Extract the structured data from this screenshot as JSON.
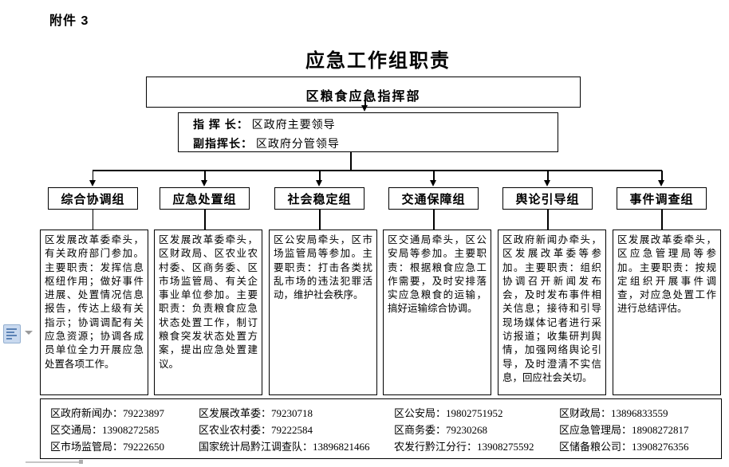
{
  "page": {
    "attachment_label": "附件 3",
    "title": "应急工作组职责"
  },
  "command": {
    "header": "区粮食应急指挥部",
    "leaders": [
      {
        "role": "指 挥 长：",
        "value": "区政府主要领导"
      },
      {
        "role": "副指挥长：",
        "value": "区政府分管领导"
      }
    ]
  },
  "groups": [
    {
      "name": "综合协调组",
      "desc": "区发展改革委牵头，有关政府部门参加。主要职责：发挥信息枢纽作用；做好事件进展、处置情况信息报告，传达上级有关指示；协调调配有关应急资源；协调各成员单位全力开展应急处置各项工作。"
    },
    {
      "name": "应急处置组",
      "desc": "区发展改革委牵头，区财政局、区农业农村委、区商务委、区市场监管局、有关企事业单位参加。主要职责：负责粮食应急状态处置工作，制订粮食突发状态处置方案，提出应急处置建议。"
    },
    {
      "name": "社会稳定组",
      "desc": "区公安局牵头，区市场监管局等参加。主要职责：打击各类扰乱市场的违法犯罪活动，维护社会秩序。"
    },
    {
      "name": "交通保障组",
      "desc": "区交通局牵头，区公安局等参加。主要职责：根据粮食应急工作需要，及时安排落实应急粮食的运输，搞好运输综合协调。"
    },
    {
      "name": "舆论引导组",
      "desc": "区政府新闻办牵头，区发展改革委等参加。主要职责：组织协调召开新闻发布会，及时发布事件相关信息；接待和引导现场媒体记者进行采访报道；收集研判舆情，加强网络舆论引导，及时澄清不实信息，回应社会关切。"
    },
    {
      "name": "事件调查组",
      "desc": "区发展改革委牵头，区应急管理局等参加。主要职责：按规定组织开展事件调查，对应急处置工作进行总结评估。"
    }
  ],
  "contacts": {
    "items": [
      "区政府新闻办：79223897",
      "区发展改革委：79230718",
      "区公安局：19802751952",
      "区财政局：13896833559",
      "区交通局：13908272585",
      "区农业农村委：79222584",
      "区商务委：79230268",
      "区应急管理局：18908272817",
      "区市场监管局：79222650",
      "国家统计局黔江调查队：13896821466",
      "农发行黔江分行：13908275592",
      "区储备粮公司：13908276356"
    ]
  }
}
